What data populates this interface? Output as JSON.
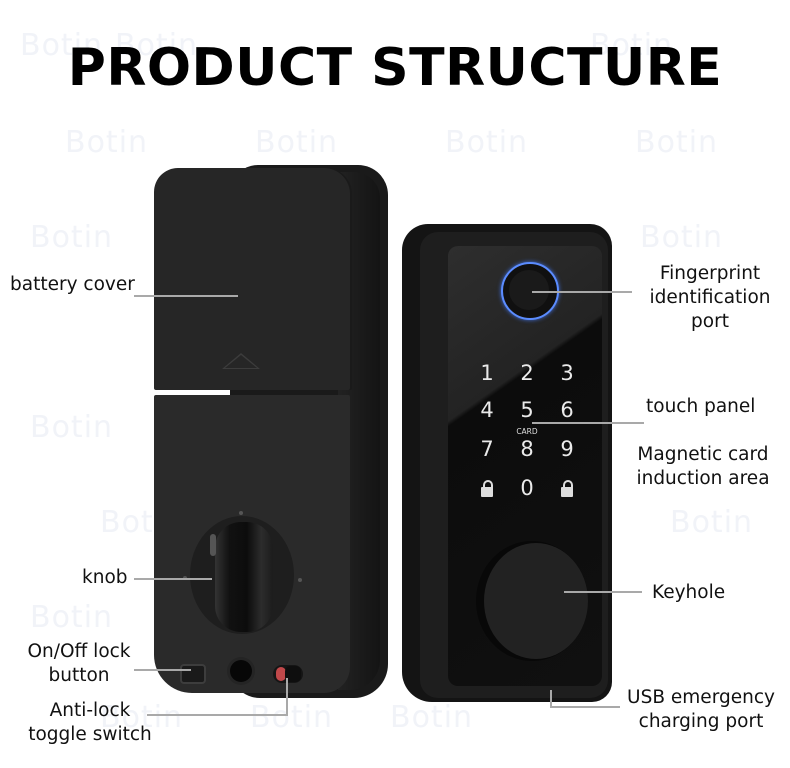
{
  "title": "PRODUCT STRUCTURE",
  "watermark": "Botin",
  "keypad": {
    "keys": [
      "1",
      "2",
      "3",
      "4",
      "5",
      "6",
      "7",
      "8",
      "9",
      "lock-icon",
      "0",
      "unlock-icon"
    ],
    "card_label": "CARD"
  },
  "labels": {
    "battery_cover": "battery cover",
    "knob": "knob",
    "onoff_line1": "On/Off lock",
    "onoff_line2": "button",
    "antilock_line1": "Anti-lock",
    "antilock_line2": "toggle switch",
    "fingerprint_line1": "Fingerprint",
    "fingerprint_line2": "identification",
    "fingerprint_line3": "port",
    "touch_panel": "touch panel",
    "magnetic_line1": "Magnetic card",
    "magnetic_line2": "induction area",
    "keyhole": "Keyhole",
    "usb_line1": "USB emergency",
    "usb_line2": "charging port"
  },
  "colors": {
    "fingerprint_ring": "#5b8cff",
    "toggle_red": "#c0484a",
    "leader_line": "#a9a9a9"
  }
}
